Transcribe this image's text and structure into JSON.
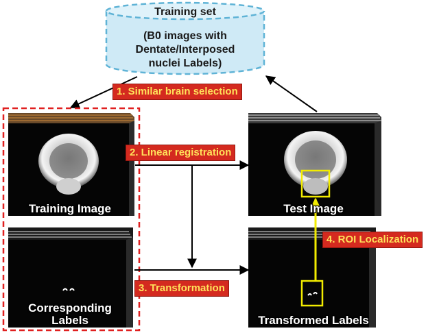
{
  "training_set": {
    "title": "Training set",
    "line1": "(B0 images with",
    "line2": "Dentate/Interposed",
    "line3": "nuclei Labels)"
  },
  "steps": {
    "s1": "1. Similar brain selection",
    "s2": "2. Linear registration",
    "s3": "3. Transformation",
    "s4": "4. ROI Localization"
  },
  "stacks": {
    "training_image": "Training Image",
    "corresponding_labels_1": "Corresponding",
    "corresponding_labels_2": "Labels",
    "test_image": "Test Image",
    "transformed_labels": "Transformed Labels"
  },
  "colors": {
    "cylinder_fill": "#cfeaf6",
    "cylinder_border": "#5fb3d6",
    "step_bg": "#d42a1f",
    "step_text": "#ffe15a",
    "roi_box": "#f2ec00",
    "dashed_box": "#e02020"
  }
}
